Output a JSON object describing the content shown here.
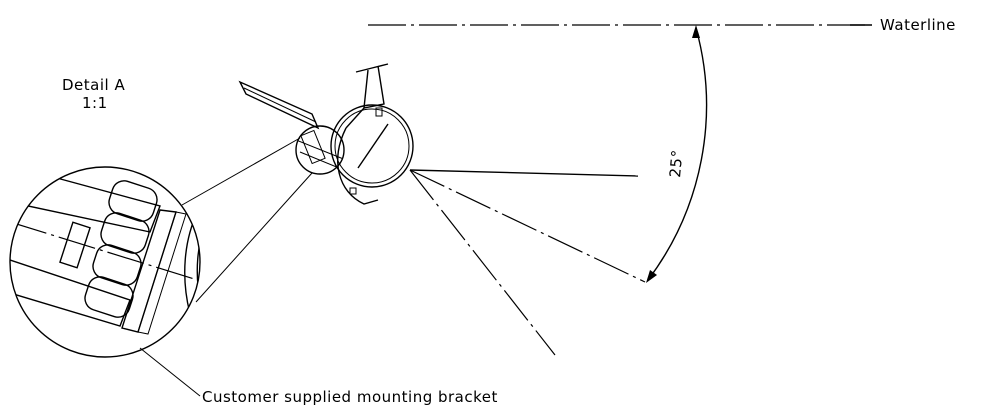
{
  "labels": {
    "waterline": "Waterline",
    "detail_title": "Detail A",
    "detail_scale": "1:1",
    "angle": "25°",
    "bracket": "Customer supplied mounting bracket"
  }
}
